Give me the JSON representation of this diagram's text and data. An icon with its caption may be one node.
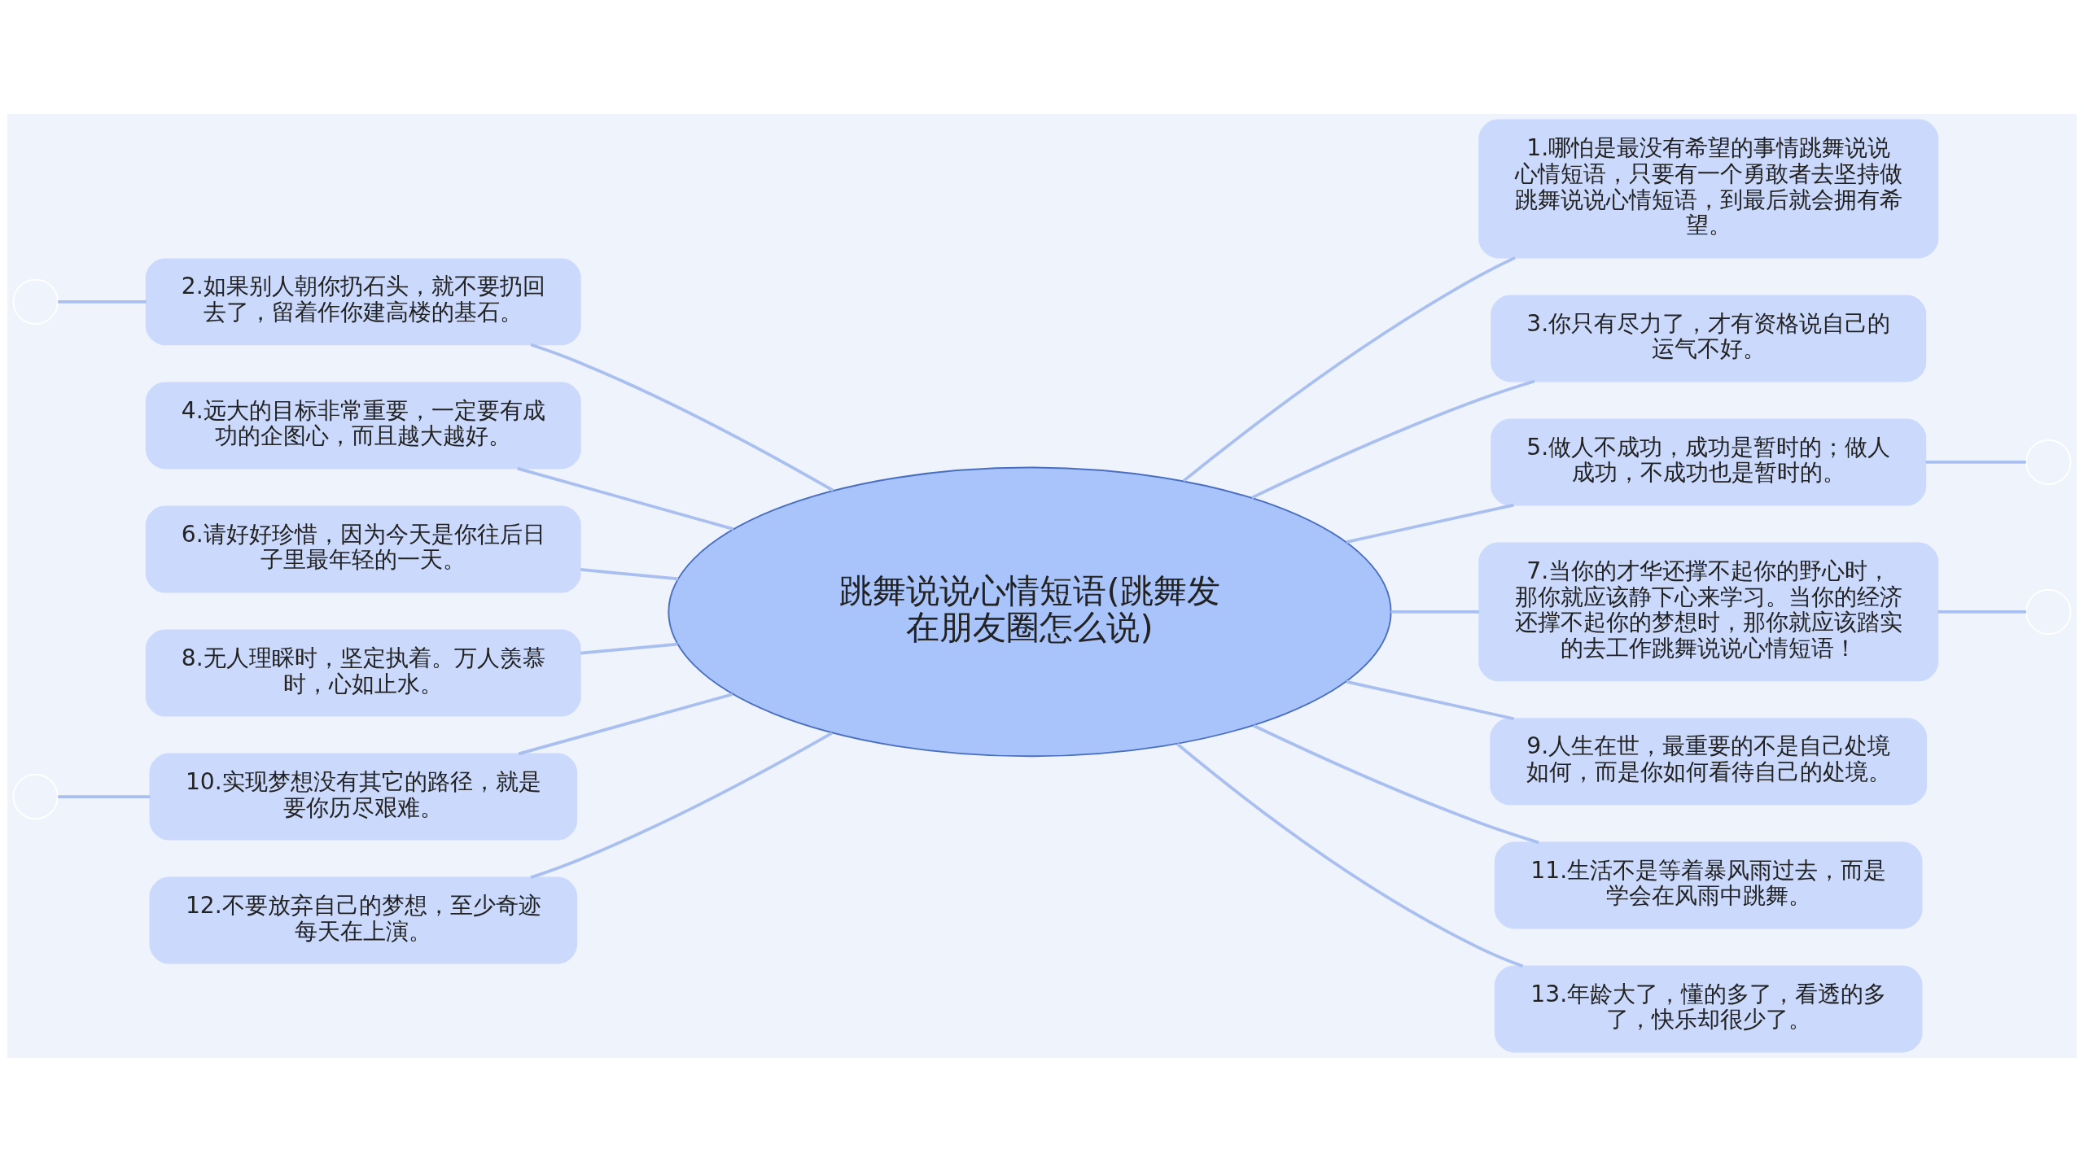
{
  "diagram": {
    "nodes": [
      {
        "text": [
          "跳舞说说心情短语(跳舞发在朋友圈怎么说)"
        ]
      },
      {
        "text": [
          "1.哪怕是最没有希望的事情跳舞说说心情短语，只要有一个勇敢者去坚持做跳舞说说心情短语，到最后就会拥有希望。"
        ]
      },
      {
        "text": [
          "2.如果别人朝你扔石头，就不要扔回去了，留着作你建高楼的基石。"
        ]
      },
      {
        "text": [
          "3.你只有尽力了，才有资格说自己的运气不好。"
        ]
      },
      {
        "text": [
          "4.远大的目标非常重要，一定要有成功的企图心，而且越大越好。"
        ]
      },
      {
        "text": [
          "5.做人不成功，成功是暂时的；做人成功，不成功也是暂时的。"
        ]
      },
      {
        "text": [
          "6.请好好珍惜，因为今天是你往后日子里最年轻的一天。"
        ]
      },
      {
        "text": [
          "7.当你的才华还撑不起你的野心时，那你就应该静下心来学习。当你的经济还撑不起你的梦想时，那你就应该踏实的去工作跳舞说说心情短语！"
        ]
      },
      {
        "text": [
          "8.无人理睬时，坚定执着。万人羡慕时，心如止水。"
        ]
      },
      {
        "text": [
          "9.人生在世，最重要的不是自己处境如何，而是你如何看待自己的处境。"
        ]
      },
      {
        "text": [
          "10.实现梦想没有其它的路径，就是要你历尽艰难。"
        ]
      },
      {
        "text": [
          "11.生活不是等着暴风雨过去，而是学会在风雨中跳舞。"
        ]
      },
      {
        "text": [
          "12.不要放弃自己的梦想，至少奇迹每天在上演。"
        ]
      },
      {
        "text": [
          "13.年龄大了，懂的多了，看透的多了，快乐却很少了。"
        ]
      },
      {
        "text": [],
        "shape": "circle"
      },
      {
        "text": [],
        "shape": "circle"
      },
      {
        "text": [],
        "shape": "circle"
      },
      {
        "text": [],
        "shape": "circle"
      }
    ],
    "edges": [
      {
        "from": 0,
        "to": 1,
        "arrow": "none"
      },
      {
        "from": 0,
        "to": 2,
        "arrow": "none"
      },
      {
        "from": 0,
        "to": 3,
        "arrow": "none"
      },
      {
        "from": 0,
        "to": 4,
        "arrow": "none"
      },
      {
        "from": 0,
        "to": 5,
        "arrow": "none"
      },
      {
        "from": 0,
        "to": 6,
        "arrow": "none"
      },
      {
        "from": 0,
        "to": 7,
        "arrow": "none"
      },
      {
        "from": 0,
        "to": 8,
        "arrow": "none"
      },
      {
        "from": 0,
        "to": 9,
        "arrow": "none"
      },
      {
        "from": 0,
        "to": 10,
        "arrow": "none"
      },
      {
        "from": 0,
        "to": 11,
        "arrow": "none"
      },
      {
        "from": 0,
        "to": 12,
        "arrow": "none"
      },
      {
        "from": 0,
        "to": 13,
        "arrow": "none"
      },
      {
        "from": 2,
        "to": 14,
        "arrow": "none"
      },
      {
        "from": 10,
        "to": 15,
        "arrow": "none"
      },
      {
        "from": 5,
        "to": 16,
        "arrow": "none"
      },
      {
        "from": 7,
        "to": 17,
        "arrow": "none"
      }
    ]
  }
}
